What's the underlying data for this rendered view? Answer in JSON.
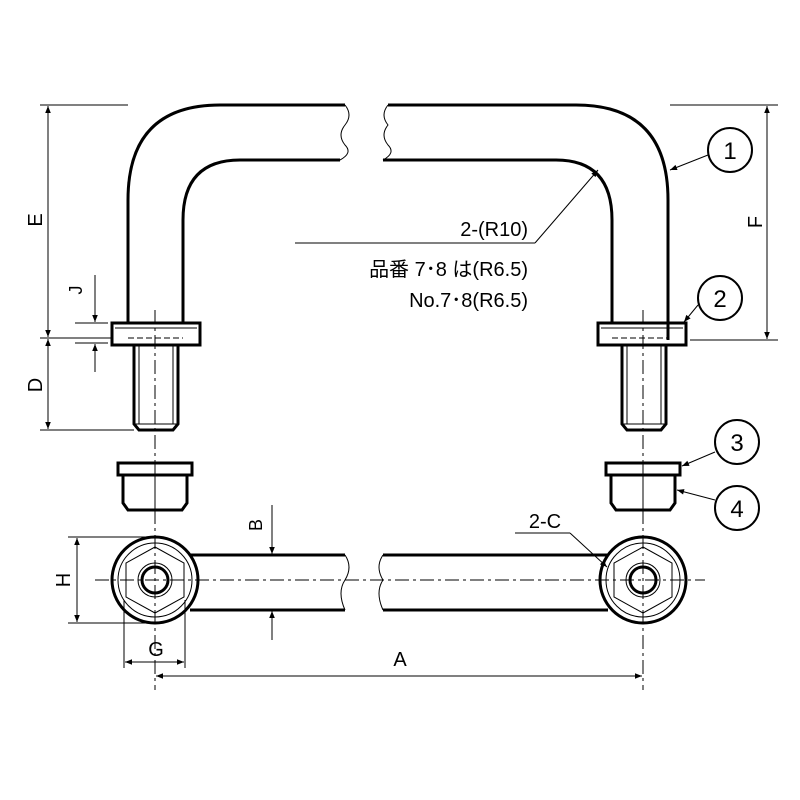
{
  "labels": {
    "A": "A",
    "B": "B",
    "C": "2-C",
    "D": "D",
    "E": "E",
    "F": "F",
    "G": "G",
    "H": "H",
    "J": "J"
  },
  "note": {
    "radius": "2-(R10)",
    "line_jp": "品番 7･8 は(R6.5)",
    "line_en": "No.7･8(R6.5)"
  },
  "balloons": [
    "1",
    "2",
    "3",
    "4"
  ]
}
